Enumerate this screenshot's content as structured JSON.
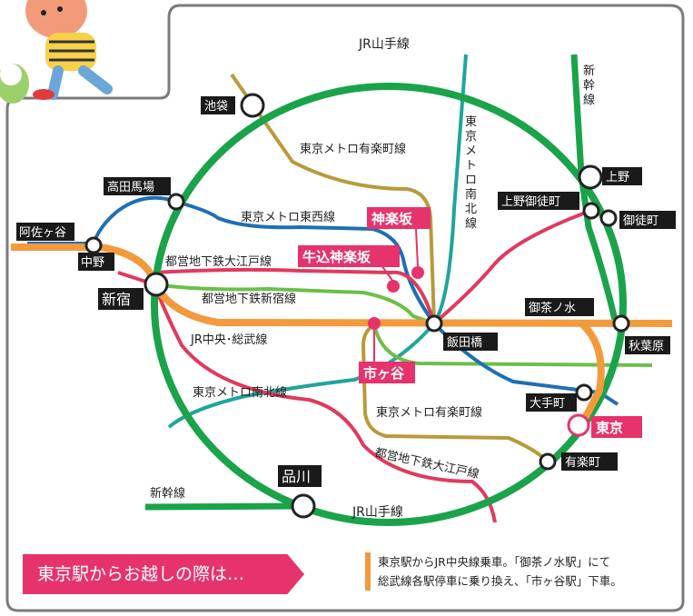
{
  "lines": {
    "yamanote_top": "JR山手線",
    "yamanote_bottom": "JR山手線",
    "shinkansen_top": "新幹線",
    "shinkansen_bottom": "新幹線",
    "yurakucho_top": "東京メトロ有楽町線",
    "yurakucho_bottom": "東京メトロ有楽町線",
    "tozai": "東京メトロ東西線",
    "oedo_top": "都営地下鉄大江戸線",
    "oedo_bottom": "都営地下鉄大江戸線",
    "shinjuku_line": "都営地下鉄新宿線",
    "chuo_sobu": "JR中央･総武線",
    "nanboku_left": "東京メトロ南北線",
    "nanboku_vertical": "東京メトロ南北線"
  },
  "stations": {
    "ikebukuro": "池袋",
    "takadanobaba": "高田馬場",
    "asagaya": "阿佐ヶ谷",
    "nakano": "中野",
    "shinjuku": "新宿",
    "ueno": "上野",
    "ueno_okachimachi": "上野御徒町",
    "okachimachi": "御徒町",
    "kagurazaka": "神楽坂",
    "ushigome_kagurazaka": "牛込神楽坂",
    "ichigaya": "市ヶ谷",
    "iidabashi": "飯田橋",
    "ochanomizu": "御茶ノ水",
    "akihabara": "秋葉原",
    "otemachi": "大手町",
    "tokyo": "東京",
    "yurakucho": "有楽町",
    "shinagawa": "品川"
  },
  "note": {
    "heading": "東京駅からお越しの際は…",
    "line1": "東京駅からJR中央線乗車。「御茶ノ水駅」にて",
    "line2": "総武線各駅停車に乗り換え、「市ヶ谷駅」下車。"
  },
  "colors": {
    "yamanote": "#1aa34a",
    "chuo": "#f39a3c",
    "tozai": "#1e6fb4",
    "oedo": "#e03a5c",
    "shinjuku_line": "#6cbf4a",
    "yurakucho": "#b89a3c",
    "nanboku": "#1fa59c",
    "highlight": "#e6336b",
    "frame": "#7b7b7b"
  }
}
